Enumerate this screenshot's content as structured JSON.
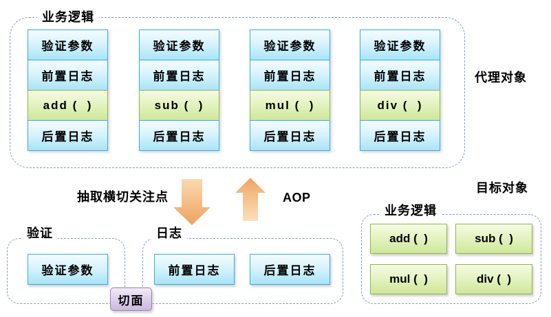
{
  "proxy": {
    "group_label": "业务逻辑",
    "side_label": "代理对象",
    "columns": [
      {
        "rows": [
          "验证参数",
          "前置日志",
          "add (  )",
          "后置日志"
        ]
      },
      {
        "rows": [
          "验证参数",
          "前置日志",
          "sub (  )",
          "后置日志"
        ]
      },
      {
        "rows": [
          "验证参数",
          "前置日志",
          "mul (  )",
          "后置日志"
        ]
      },
      {
        "rows": [
          "验证参数",
          "前置日志",
          "div (  )",
          "后置日志"
        ]
      }
    ]
  },
  "middle": {
    "extract_label": "抽取横切关注点",
    "aop_label": "AOP"
  },
  "validation_group": {
    "label": "验证",
    "items": [
      "验证参数"
    ]
  },
  "log_group": {
    "label": "日志",
    "items": [
      "前置日志",
      "后置日志"
    ]
  },
  "aspect": {
    "label": "切面"
  },
  "target": {
    "side_label": "目标对象",
    "group_label": "业务逻辑",
    "methods": [
      "add (  )",
      "sub (  )",
      "mul (  )",
      "div (  )"
    ]
  },
  "icons": {
    "down_arrow": "down-arrow-icon",
    "up_arrow": "up-arrow-icon"
  },
  "colors": {
    "dashed_border": "#8095c5",
    "blue_box_border": "#35aee0",
    "blue_box_fill_top": "#f4fcff",
    "blue_box_fill_bottom": "#a9e4f7",
    "green_box_border": "#8db54e",
    "green_box_fill_top": "#f5fbe4",
    "green_box_fill_bottom": "#cfe79a",
    "aspect_box_border": "#9582ac",
    "aspect_box_fill_top": "#f2ecf8",
    "aspect_box_fill_bottom": "#cdbade",
    "arrow_fill_light": "#fbd9b0",
    "arrow_fill_dark": "#eea25f",
    "text": "#000000"
  }
}
